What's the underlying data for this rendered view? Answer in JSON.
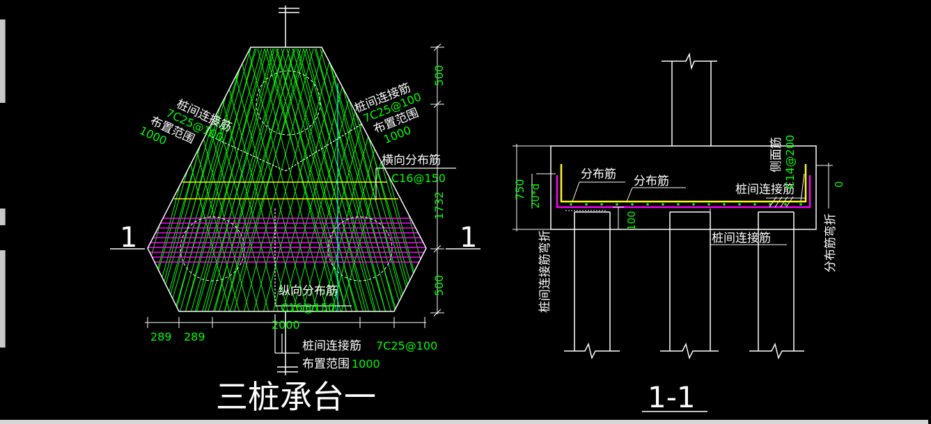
{
  "plan": {
    "title": "三桩承台一",
    "section_mark_left": "1",
    "section_mark_right": "1",
    "left_note": {
      "line1": "桩间连接筋",
      "line2": "7C25@100",
      "line3": "布置范围",
      "line4": "1000"
    },
    "right_note": {
      "line1": "桩间连接筋",
      "line2": "7C25@100",
      "line3": "布置范围",
      "line4": "1000"
    },
    "transverse_label": "横向分布筋",
    "transverse_spec": "C16@150",
    "longitudinal_label": "纵向分布筋",
    "longitudinal_spec": "C16@150",
    "bottom_note_label": "桩间连接筋",
    "bottom_note_spec": "7C25@100",
    "bottom_range_label": "布置范围",
    "bottom_range_value": "1000",
    "dim_top": "500",
    "dim_mid": "1732",
    "dim_bottom": "500",
    "dim_width": "2000",
    "dim_left_1": "289",
    "dim_left_2": "289"
  },
  "section": {
    "title": "1-1",
    "dim_height": "750",
    "dim_anchor": "20*d",
    "dim_cover": "100",
    "dim_right": "0",
    "label_dist_1": "分布筋",
    "label_dist_2": "分布筋",
    "label_link_top": "桩间连接筋",
    "label_side_bar": "侧面筋",
    "label_side_spec": "C14@200",
    "label_link_bottom": "桩间连接筋",
    "label_link_bend": "桩间连接筋弯折",
    "label_dist_bend": "分布筋弯折"
  },
  "colors": {
    "background": "#000000",
    "outline": "#ffffff",
    "pile_link_bars": "#00ff00",
    "distribution_bars": "#ff00ff",
    "transverse_bars": "#ffff00",
    "dim_text": "#00ff00",
    "aux_line": "#00ffff"
  }
}
